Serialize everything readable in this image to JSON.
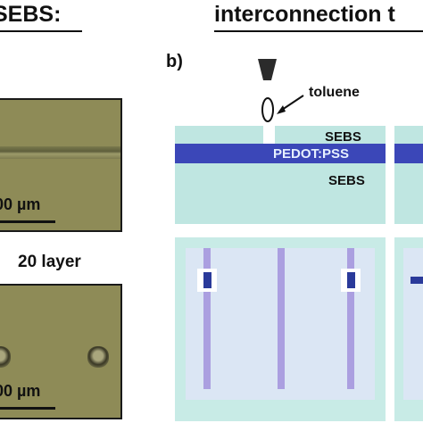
{
  "header": {
    "left_title": "SEBS:",
    "right_title": "interconnection t"
  },
  "panel_b": {
    "label": "b)",
    "solvent_label": "toluene",
    "layer_labels": [
      "SEBS",
      "PEDOT:PSS",
      "SEBS"
    ]
  },
  "micrographs": {
    "top_scale": "00 µm",
    "middle_caption": "20 layer",
    "bottom_scale": "00 µm"
  },
  "colors": {
    "sebs": "#bfe6e1",
    "pedot": "#3b47b8",
    "trace": "#ab9fe0",
    "micrograph_bg": "#8e8b57"
  }
}
